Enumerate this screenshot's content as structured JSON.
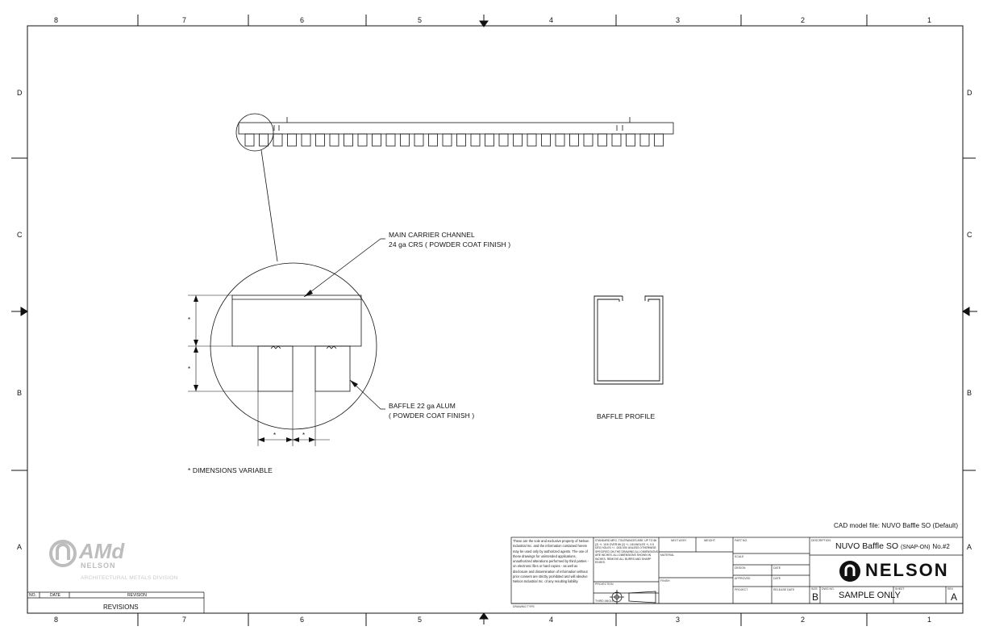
{
  "zones": {
    "columns": [
      "8",
      "7",
      "6",
      "5",
      "4",
      "3",
      "2",
      "1"
    ],
    "rows": [
      "D",
      "C",
      "B",
      "A"
    ]
  },
  "notes": {
    "carrier_channel_line1": "MAIN CARRIER CHANNEL",
    "carrier_channel_line2": "24 ga CRS ( POWDER COAT FINISH )",
    "baffle_line1": "BAFFLE 22 ga ALUM",
    "baffle_line2": "( POWDER COAT FINISH )",
    "baffle_profile": "BAFFLE PROFILE",
    "dimensions_variable": "* DIMENSIONS VARIABLE",
    "dim_star": "*",
    "cad_model": "CAD model file: NUVO Baffle SO (Default)"
  },
  "revisions": {
    "col_no": "NO.",
    "col_date": "DATE",
    "col_revision": "REVISION",
    "title": "REVISIONS"
  },
  "amd_logo": {
    "mark": "AMd",
    "name": "NELSON",
    "division": "ARCHITECTURAL METALS DIVISION"
  },
  "title_block": {
    "legal_notice": "These are the sole and exclusive property of Nelson Industrial Inc. and the information contained herein may be used only by authorized agents. The use of these drawings for unintended applications, unauthorized alterations performed by third parties - on electronic files or hard copies - as well as disclosure and dissemination of information without prior consent are strictly prohibited and will absolve Nelson Industrial Inc. of any resulting liability.",
    "tolerances": "STANDARD MFG. TOLERANCES ARE: UP TO 6ft (2) +/- 1/16 OVER 6ft (2) +/- 1/8 ANGLES +/- 0.5 DEG HOLES +/- .003/.000 UNLESS OTHERWISE SPECIFIED ON THE DRAWING ALL DIMENSIONS ARE INCHES. ALL DIMENSIONS SHOWN IN INCHES. REMOVE ALL BURRS AND SHARP EDGES.",
    "projection_label": "PROJECTION",
    "third_angle": "THIRD ANGLE",
    "drawing_type": "DRAWING TYPE",
    "labels": {
      "material": "MATERIAL",
      "finish": "FINISH",
      "next_assy": "NEXT ASSY",
      "used_on": "WEIGHT",
      "part_no": "PART NO.",
      "scale": "SCALE",
      "design": "DESIGN",
      "date": "DATE",
      "approved": "APPROVED",
      "project": "PROJECT",
      "release_date": "RELEASE DATE",
      "description": "DESCRIPTION",
      "size": "SIZE",
      "dwg_no": "DWG NO.",
      "sheet": "SHEET",
      "rev": "REV"
    },
    "description": "NUVO Baffle SO",
    "description_sub": "(SNAP-ON)",
    "description_no": "No.#2",
    "company": "NELSON",
    "size": "B",
    "dwg_no": "SAMPLE ONLY",
    "rev": "A"
  },
  "colors": {
    "line": "#111111",
    "logo_gray": "#bdbdbd"
  }
}
